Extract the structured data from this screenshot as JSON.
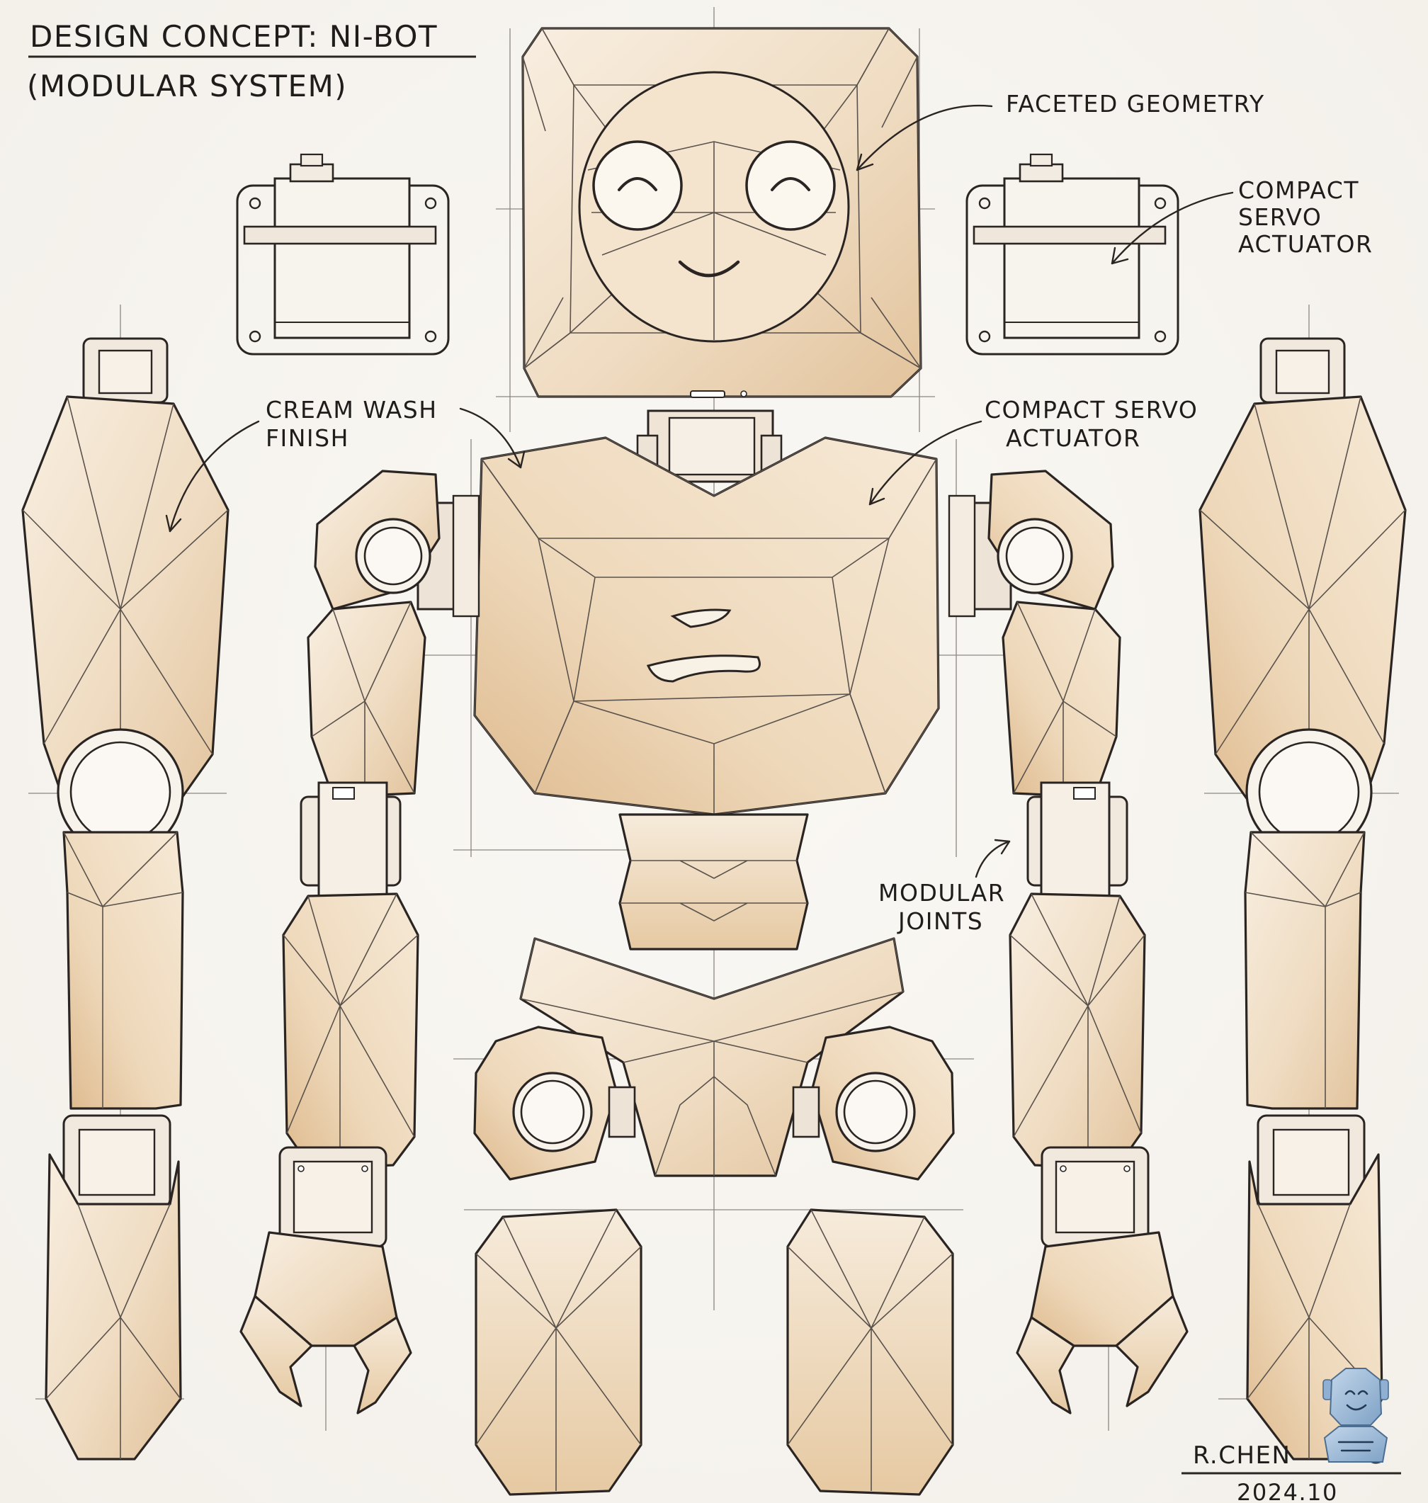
{
  "title": {
    "line1": "DESIGN CONCEPT: NI-BOT",
    "line2": "(MODULAR SYSTEM)"
  },
  "callouts": {
    "faceted_geometry": "FACETED GEOMETRY",
    "servo_top": [
      "COMPACT",
      "SERVO",
      "ACTUATOR"
    ],
    "cream_wash": [
      "CREAM WASH",
      "FINISH"
    ],
    "servo_chest": [
      "COMPACT SERVO",
      "ACTUATOR"
    ],
    "modular_joints": [
      "MODULAR",
      "JOINTS"
    ]
  },
  "signature": {
    "name": "R.CHEN",
    "suffix": "G",
    "date": "2024.10"
  },
  "colors": {
    "ink": "#2a2522",
    "cream_light": "#f7ecdc",
    "cream_mid": "#ecd3b1",
    "cream_dark": "#dcb98e",
    "paper": "#f6f4f0",
    "mascot_blue": "#9ab8d6"
  },
  "icons": [
    "servo-actuator-icon",
    "robot-mascot-icon"
  ]
}
